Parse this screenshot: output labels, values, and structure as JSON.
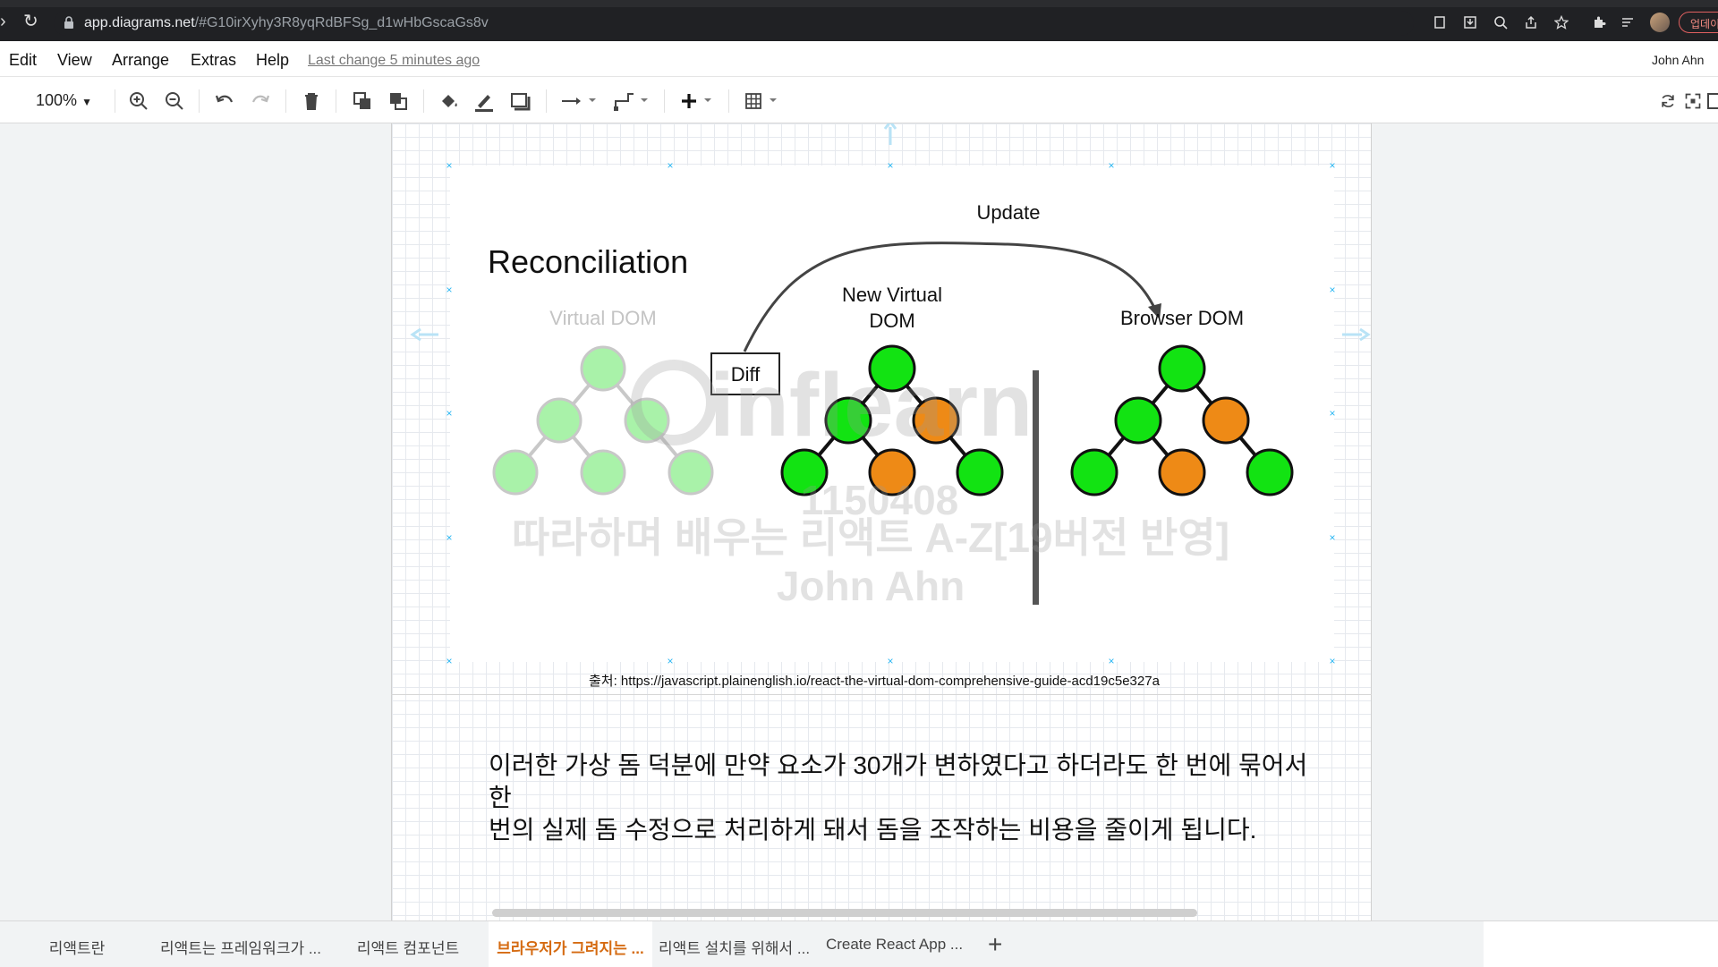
{
  "browser": {
    "url_domain": "app.diagrams.net",
    "url_path": "/#G10irXyhy3R8yqRdBFSg_d1wHbGscaGs8v",
    "update_button": "업데이트"
  },
  "menubar": {
    "items": [
      "Edit",
      "View",
      "Arrange",
      "Extras",
      "Help"
    ],
    "last_change": "Last change 5 minutes ago",
    "user": "John Ahn"
  },
  "toolbar": {
    "zoom": "100%"
  },
  "slide": {
    "title": "Reconciliation",
    "update_label": "Update",
    "virtual_dom_label": "Virtual DOM",
    "new_virtual_dom_label_1": "New Virtual",
    "new_virtual_dom_label_2": "DOM",
    "browser_dom_label": "Browser DOM",
    "diff_label": "Diff",
    "watermark_logo": "inflearn",
    "watermark_number": "1150408",
    "watermark_course": "따라하며 배우는 리액트 A-Z[19버전 반영]",
    "watermark_author": "John Ahn",
    "colors": {
      "changed": "#ee8a16",
      "unchanged": "#12e312",
      "faded": "#a9f2a9"
    }
  },
  "source": "출처: https://javascript.plainenglish.io/react-the-virtual-dom-comprehensive-guide-acd19c5e327a",
  "body": {
    "line1": "이러한 가상 돔 덕분에 만약 요소가 30개가 변하였다고 하더라도 한 번에 묶어서 한",
    "line2": "번의 실제 돔 수정으로 처리하게 돼서 돔을 조작하는 비용을 줄이게 됩니다."
  },
  "page_tabs": [
    {
      "label": "리액트란"
    },
    {
      "label": "리액트는 프레임워크가 ..."
    },
    {
      "label": "리액트 컴포넌트"
    },
    {
      "label": "브라우저가 그려지는 ..."
    },
    {
      "label": "리액트 설치를 위해서 ..."
    },
    {
      "label": "Create React App ..."
    }
  ]
}
